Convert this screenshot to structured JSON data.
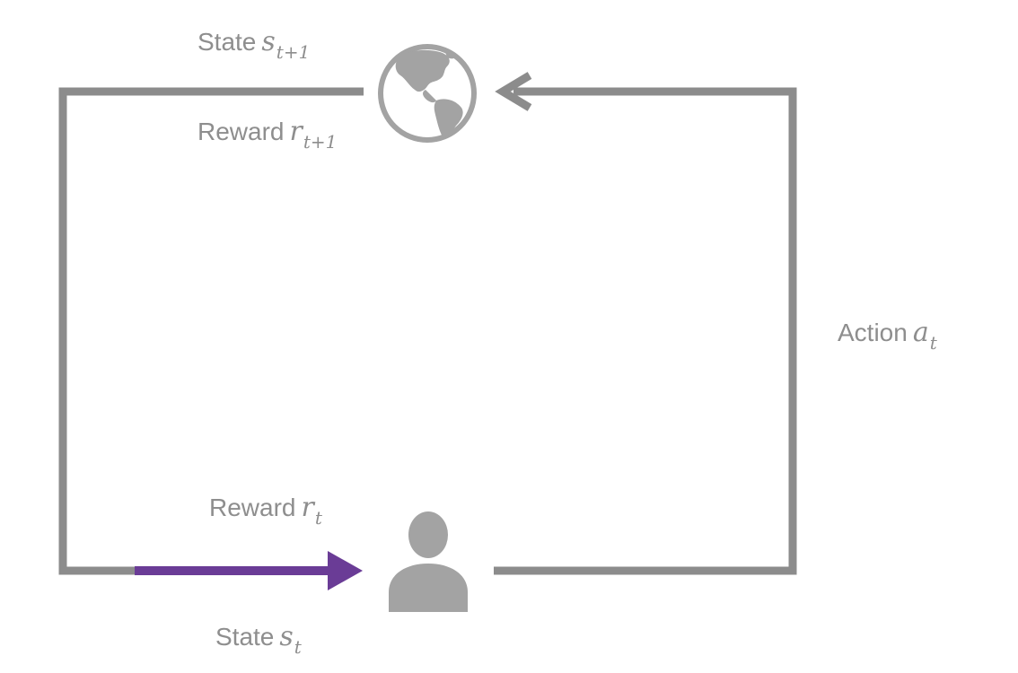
{
  "colors": {
    "loop_line": "#8c8c8c",
    "icon_gray": "#a3a3a3",
    "label_gray": "#8e8e8e",
    "highlight_arrow": "#6a3c96"
  },
  "icons": {
    "environment": "globe-icon",
    "agent": "person-icon"
  },
  "labels": {
    "state_next": {
      "word": "State",
      "symbol": "s",
      "subscript": "t+1"
    },
    "reward_next": {
      "word": "Reward",
      "symbol": "r",
      "subscript": "t+1"
    },
    "action": {
      "word": "Action",
      "symbol": "a",
      "subscript": "t"
    },
    "reward_current": {
      "word": "Reward",
      "symbol": "r",
      "subscript": "t"
    },
    "state_current": {
      "word": "State",
      "symbol": "s",
      "subscript": "t"
    }
  }
}
